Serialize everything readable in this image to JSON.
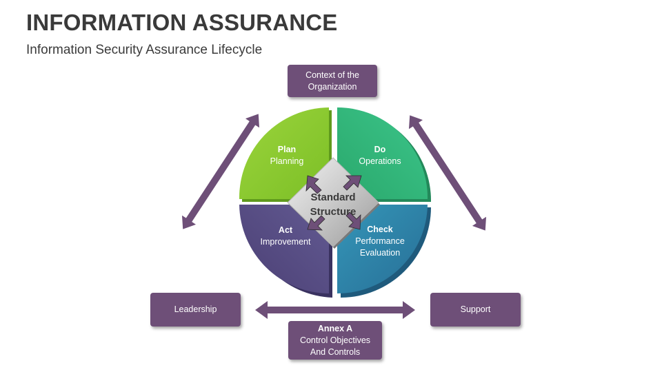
{
  "title": "INFORMATION ASSURANCE",
  "subtitle": "Information Security Assurance Lifecycle",
  "center": {
    "line1": "Standard",
    "line2": "Structure"
  },
  "quadrants": {
    "plan": {
      "heading": "Plan",
      "text": "Planning",
      "color": "#8bc832"
    },
    "do": {
      "heading": "Do",
      "text": "Operations",
      "color": "#34b87a"
    },
    "act": {
      "heading": "Act",
      "text": "Improvement",
      "color": "#5a4f86"
    },
    "check": {
      "heading": "Check",
      "line1": "Performance",
      "line2": "Evaluation",
      "color": "#2e83a6"
    }
  },
  "boxes": {
    "context": {
      "line1": "Context of the",
      "line2": "Organization"
    },
    "leadership": {
      "label": "Leadership"
    },
    "support": {
      "label": "Support"
    },
    "annex": {
      "heading": "Annex A",
      "line1": "Control Objectives",
      "line2": "And Controls"
    }
  },
  "colors": {
    "box": "#6e4f78",
    "arrow": "#6e4f78",
    "center_diamond": "#c4c4c4"
  }
}
